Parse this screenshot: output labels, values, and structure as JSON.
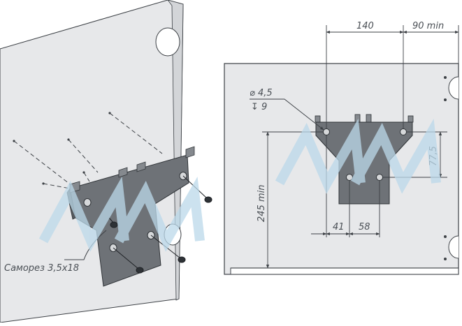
{
  "left_view": {
    "screw_label": "Саморез 3,5х18"
  },
  "right_view": {
    "dim_top_140": "140",
    "dim_top_90min": "90 min",
    "hole_diameter": "⌀ 4,5",
    "hole_depth": "↧ 9",
    "dim_vertical_77_5": "77,5",
    "dim_vertical_245min": "245 min",
    "dim_bottom_41": "41",
    "dim_bottom_58": "58"
  },
  "watermark": {
    "text": "MM"
  },
  "colors": {
    "panel": "#e7e8ea",
    "bracket": "#6e7277",
    "bracket_dark": "#54585d",
    "line": "#3c4045",
    "watermark": "#bcd9ea"
  }
}
